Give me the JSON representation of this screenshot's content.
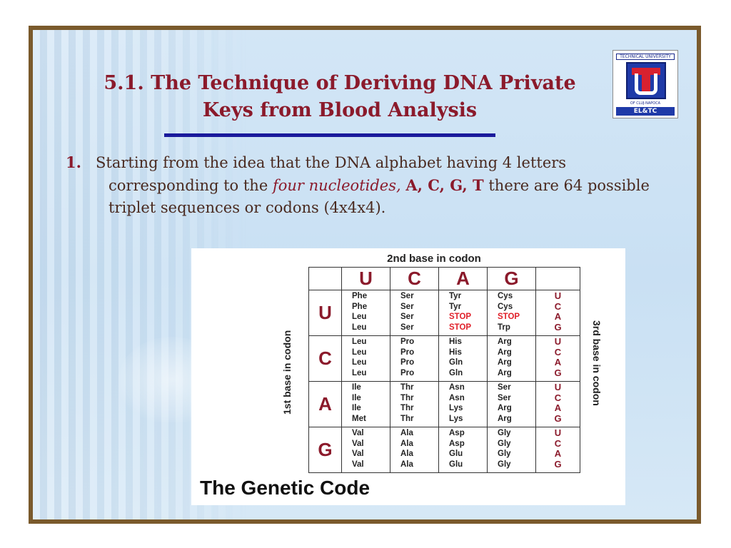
{
  "title": {
    "line1": "5.1. The Technique of Deriving DNA Private",
    "line2": "Keys from Blood Analysis"
  },
  "logo": {
    "top_text": "TECHNICAL UNIVERSITY",
    "sub_text": "OF CLUJ-NAPOCA",
    "bottom_text": "EL&TC"
  },
  "point": {
    "number": "1.",
    "text_a": "Starting from the idea that the DNA alphabet having 4 letters corresponding to the ",
    "nucleotides": "four nucleotides,",
    "letters": "A, C, G, T",
    "text_b": " there are 64 possible triplet sequences or codons (4x4x4)."
  },
  "figure": {
    "top_label": "2nd base in codon",
    "left_label": "1st base in codon",
    "right_label": "3rd base in codon",
    "caption": "The Genetic Code",
    "bases": [
      "U",
      "C",
      "A",
      "G"
    ],
    "rows": [
      {
        "base": "U",
        "cells": [
          [
            "Phe",
            "Phe",
            "Leu",
            "Leu"
          ],
          [
            "Ser",
            "Ser",
            "Ser",
            "Ser"
          ],
          [
            "Tyr",
            "Tyr",
            "STOP",
            "STOP"
          ],
          [
            "Cys",
            "Cys",
            "STOP",
            "Trp"
          ]
        ]
      },
      {
        "base": "C",
        "cells": [
          [
            "Leu",
            "Leu",
            "Leu",
            "Leu"
          ],
          [
            "Pro",
            "Pro",
            "Pro",
            "Pro"
          ],
          [
            "His",
            "His",
            "Gln",
            "Gln"
          ],
          [
            "Arg",
            "Arg",
            "Arg",
            "Arg"
          ]
        ]
      },
      {
        "base": "A",
        "cells": [
          [
            "Ile",
            "Ile",
            "Ile",
            "Met"
          ],
          [
            "Thr",
            "Thr",
            "Thr",
            "Thr"
          ],
          [
            "Asn",
            "Asn",
            "Lys",
            "Lys"
          ],
          [
            "Ser",
            "Ser",
            "Arg",
            "Arg"
          ]
        ]
      },
      {
        "base": "G",
        "cells": [
          [
            "Val",
            "Val",
            "Val",
            "Val"
          ],
          [
            "Ala",
            "Ala",
            "Ala",
            "Ala"
          ],
          [
            "Asp",
            "Asp",
            "Glu",
            "Glu"
          ],
          [
            "Gly",
            "Gly",
            "Gly",
            "Gly"
          ]
        ]
      }
    ],
    "colors": {
      "base": "#8b1a2b",
      "stop": "#e0202a"
    }
  }
}
